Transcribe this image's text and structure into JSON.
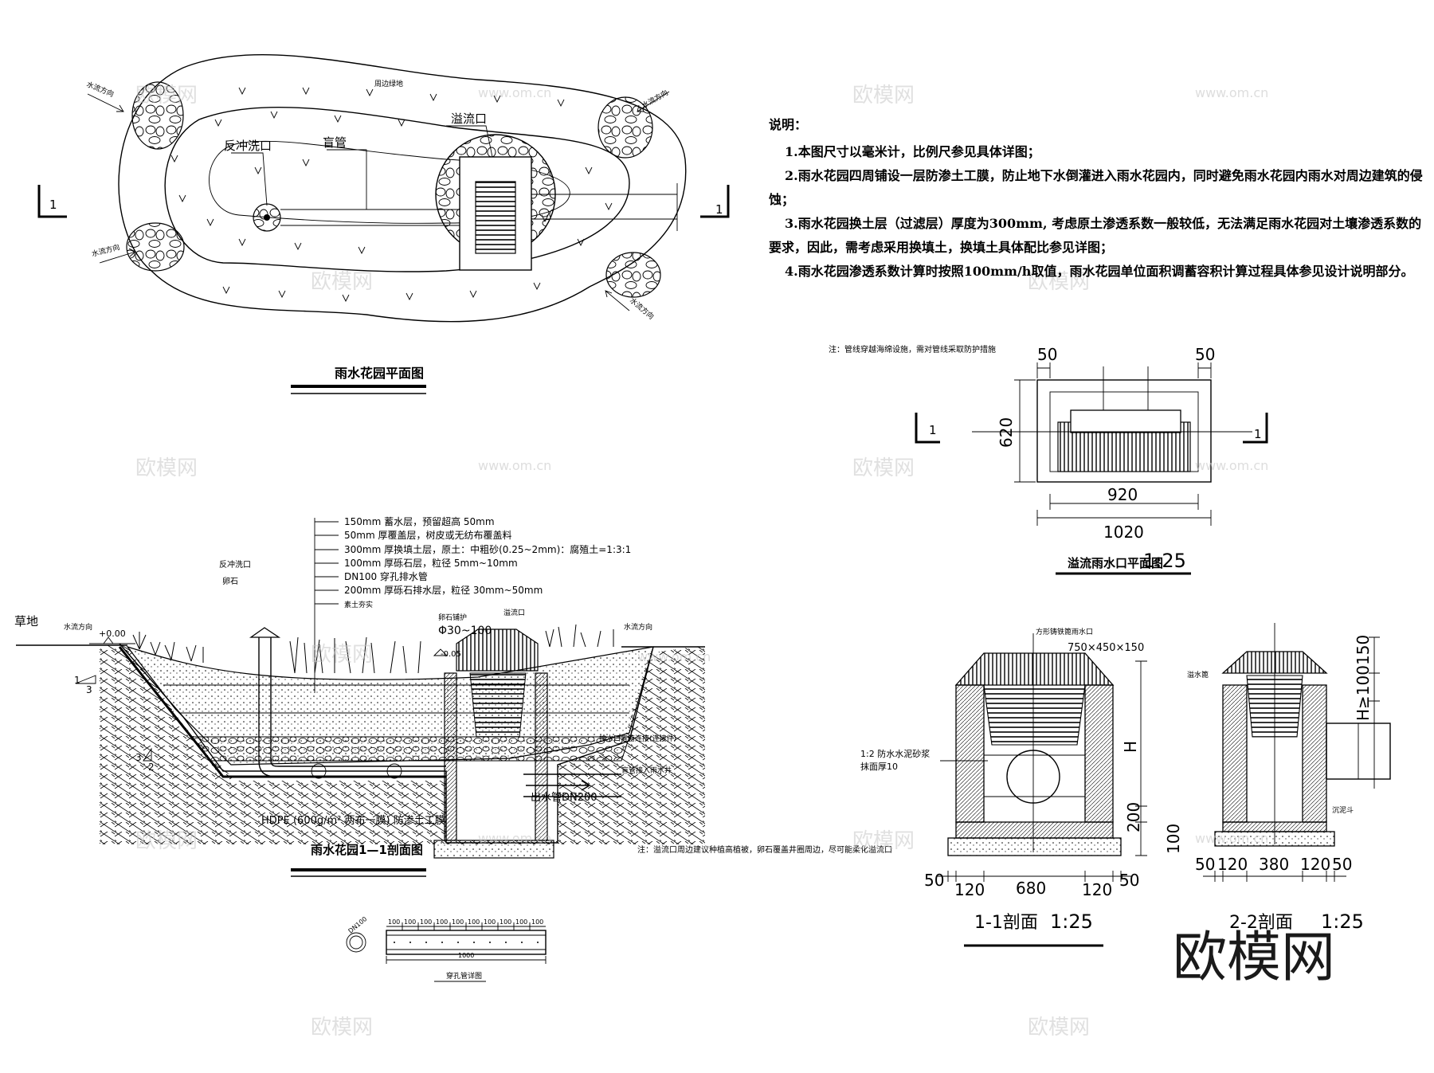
{
  "plan": {
    "title": "雨水花园平面图",
    "labels": {
      "overflow": "溢流口",
      "backwash": "反冲洗口",
      "blind_pipe": "盲管",
      "surrounding": "周边绿地",
      "flow1": "水流方向",
      "flow2": "水流方向",
      "flow3": "水流方向",
      "flow4": "水流方向"
    },
    "section_mark": "1"
  },
  "notes": {
    "heading": "说明：",
    "items": [
      "1.本图尺寸以毫米计，比例尺参见具体详图；",
      "2.雨水花园四周铺设一层防渗土工膜，防止地下水倒灌进入雨水花园内，同时避免雨水花园内雨水对周边建筑的侵蚀；",
      "3.雨水花园换土层（过滤层）厚度为300mm, 考虑原土渗透系数一般较低，无法满足雨水花园对土壤渗透系数的要求，因此，需考虑采用换填土，换填土具体配比参见详图；",
      "4.雨水花园渗透系数计算时按照100mm/h取值，雨水花园单位面积调蓄容积计算过程具体参见设计说明部分。"
    ]
  },
  "inlet_plan": {
    "note": "注：管线穿越海绵设施，需对管线采取防护措施",
    "dims": {
      "left": "50",
      "right": "50",
      "height": "620",
      "inner": "920",
      "outer": "1020"
    },
    "mark": "1",
    "title": "溢流雨水口平面图",
    "scale": "1:25"
  },
  "section": {
    "layers": [
      "150mm 蓄水层，预留超高 50mm",
      "50mm 厚覆盖层，树皮或无纺布覆盖料",
      "300mm 厚换填土层，原土：中粗砂(0.25~2mm)：腐殖土=1:3:1",
      "100mm 厚砾石层，粒径 5mm~10mm",
      "DN100 穿孔排水管",
      "200mm 厚砾石排水层，粒径 30mm~50mm",
      "素土夯实"
    ],
    "grass": "草地",
    "flow_left": "水流方向",
    "flow_right": "水流方向",
    "level_top": "+0.00",
    "level_mid": "-0.05",
    "backwash": "反冲洗口",
    "stone": "卵石",
    "overflow": "溢流口",
    "cobble": "卵石铺护",
    "cobble_size": "Φ30~100",
    "slope_left": "3",
    "slope_left2": "1",
    "slope_bottom": "3",
    "slope_bottom2": "2",
    "membrane": "HDPE (600g/m² 两布一膜) 防渗土工膜",
    "pipe_label": "出水管DN200",
    "pipe_note": "盲管接入雨水井",
    "drain_note": "排水口盲管连接(连接件)",
    "title": "雨水花园1—1剖面图",
    "note": "注：溢流口周边建议种植高植被，卵石覆盖井圈周边，尽可能柔化溢流口"
  },
  "perforated": {
    "dims": [
      "100",
      "100",
      "100",
      "100",
      "100",
      "100",
      "100",
      "100",
      "100",
      "100"
    ],
    "total": "1000",
    "dia": "DN100",
    "title": "穿孔管详图"
  },
  "sec11": {
    "label": "方形铸铁篦雨水口",
    "size": "750×450×150",
    "mortar": "1:2 防水水泥砂浆",
    "mortar2": "抹面厚10",
    "h": "H",
    "d200": "200",
    "d100": "100",
    "bottom": [
      "50",
      "120",
      "680",
      "120",
      "50"
    ],
    "title": "1-1剖面",
    "scale": "1:25"
  },
  "sec22": {
    "d150": "150",
    "h100": "H≥100",
    "seal": "沉泥斗",
    "left_label": "溢水篦",
    "bottom": [
      "50",
      "120",
      "380",
      "120",
      "50"
    ],
    "title": "2-2剖面",
    "scale": "1:25"
  },
  "watermark": {
    "brand": "欧模网",
    "site": "www.om.cn",
    "corner": "欧模网"
  }
}
